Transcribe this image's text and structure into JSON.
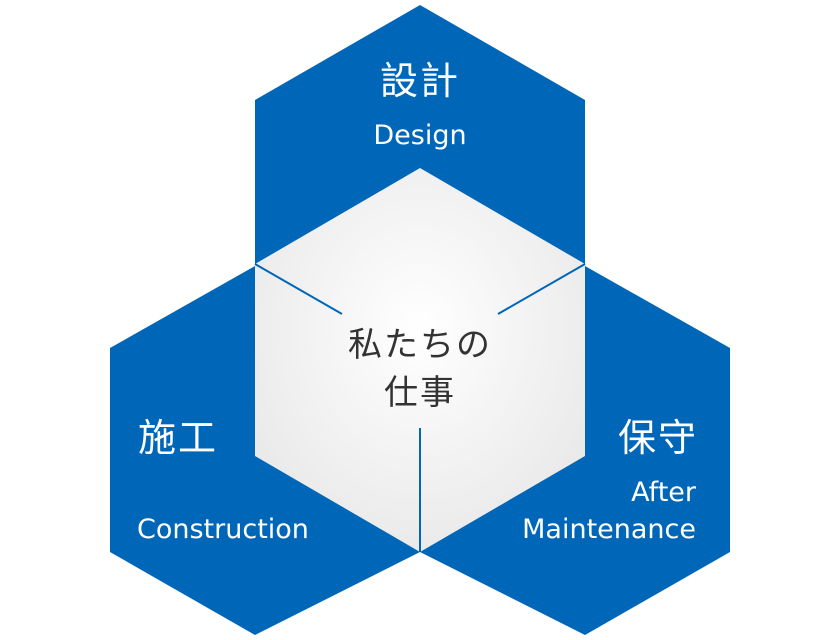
{
  "colors": {
    "blue": "#0066b8",
    "center_fill": "#f2f2f2",
    "center_text": "#333333",
    "label": "#ffffff"
  },
  "center": {
    "line1": "私たちの",
    "line2": "仕事"
  },
  "design": {
    "jp": "設計",
    "en": "Design"
  },
  "construction": {
    "jp": "施工",
    "en": "Construction"
  },
  "maintenance": {
    "jp": "保守",
    "en_line1": "After",
    "en_line2": "Maintenance"
  }
}
